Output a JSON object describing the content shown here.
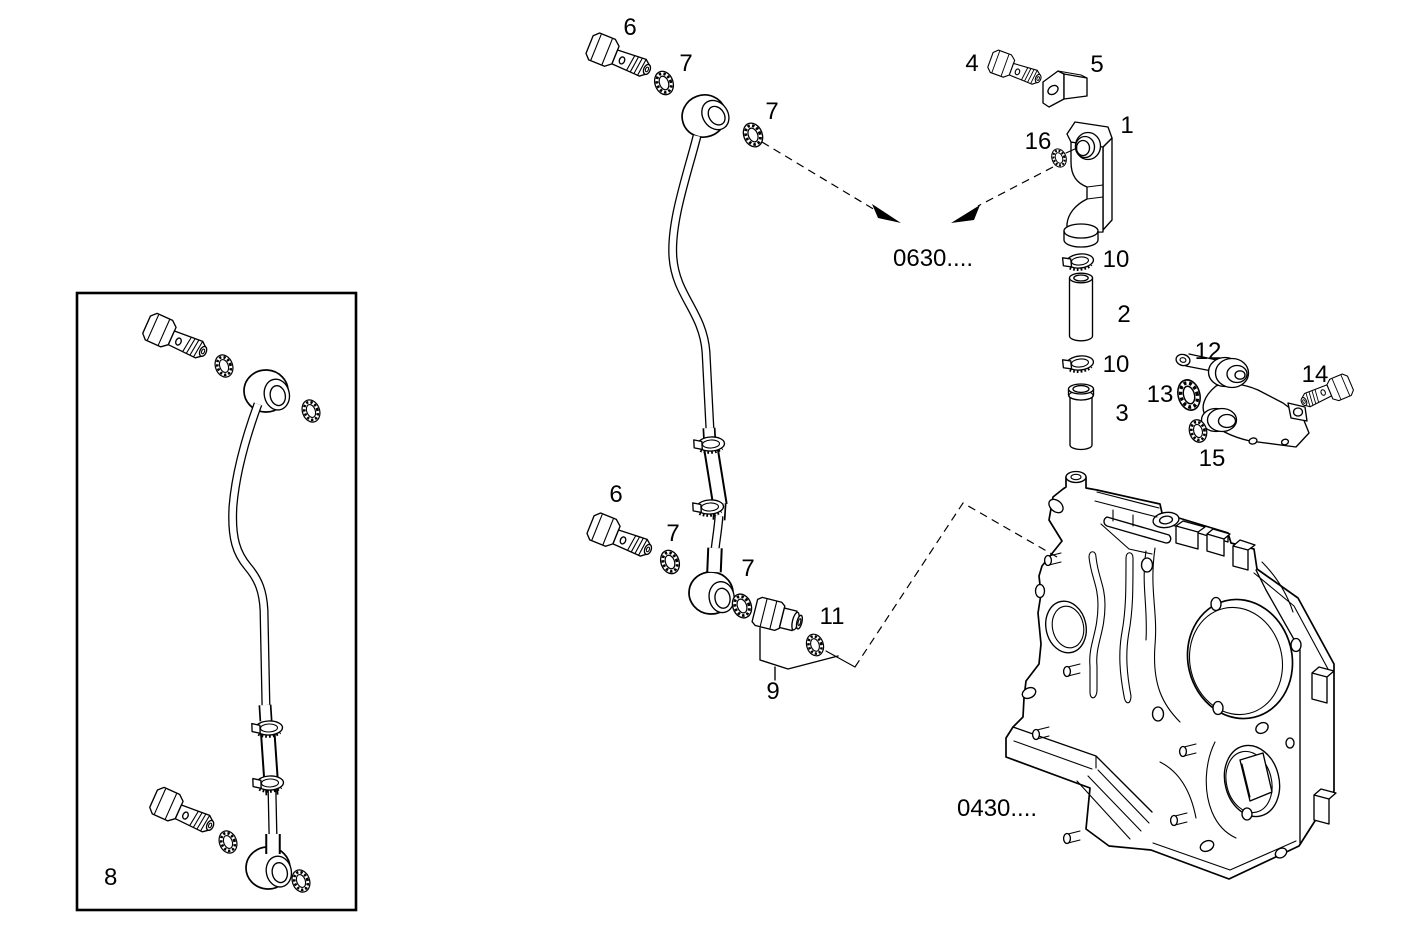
{
  "diagram": {
    "type": "exploded-parts-diagram",
    "background": "#ffffff",
    "line_color": "#000000",
    "callouts": {
      "label_1": "1",
      "label_2": "2",
      "label_3": "3",
      "label_4": "4",
      "label_5": "5",
      "label_6_top": "6",
      "label_6_bottom": "6",
      "label_7_top_a": "7",
      "label_7_top_b": "7",
      "label_7_bottom_a": "7",
      "label_7_bottom_b": "7",
      "label_8": "8",
      "label_9": "9",
      "label_10_a": "10",
      "label_10_b": "10",
      "label_11": "11",
      "label_12": "12",
      "label_13": "13",
      "label_14": "14",
      "label_15": "15",
      "label_16": "16"
    },
    "references": {
      "ref_0630": "0630....",
      "ref_0430": "0430...."
    }
  }
}
